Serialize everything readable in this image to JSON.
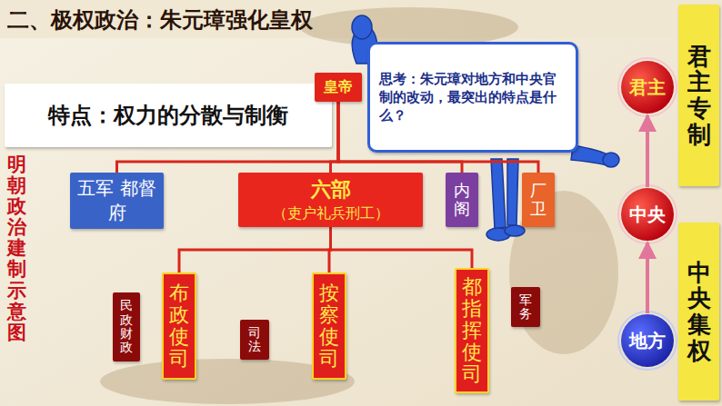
{
  "diagram": {
    "title": "二、极权政治：朱元璋强化皇权",
    "nodes": [
      {
        "text": [
          "特点：权力的分散与制衡"
        ]
      },
      {
        "text": [
          "皇帝"
        ]
      },
      {
        "text": [
          "思考：朱元璋对地方和中央官制的改动，最突出的特点是什么？"
        ]
      },
      {
        "text": [
          "君主"
        ]
      },
      {
        "text": [
          "五军 都督府"
        ]
      },
      {
        "text": [
          "六部",
          "（吏户礼兵刑工）"
        ]
      },
      {
        "text": [
          "内阁"
        ]
      },
      {
        "text": [
          "厂卫"
        ]
      },
      {
        "text": [
          "中央"
        ]
      },
      {
        "text": [
          "民政财政"
        ]
      },
      {
        "text": [
          "布政使司"
        ]
      },
      {
        "text": [
          "司法"
        ]
      },
      {
        "text": [
          "按察使司"
        ]
      },
      {
        "text": [
          "都指挥使司"
        ]
      },
      {
        "text": [
          "军务"
        ]
      },
      {
        "text": [
          "地方"
        ]
      },
      {
        "text": [
          "君主专制"
        ]
      },
      {
        "text": [
          "中央集权"
        ]
      }
    ],
    "edges": [
      {
        "from": 1,
        "to": 4,
        "arrow": "none"
      },
      {
        "from": 1,
        "to": 5,
        "arrow": "none"
      },
      {
        "from": 1,
        "to": 6,
        "arrow": "none"
      },
      {
        "from": 1,
        "to": 7,
        "arrow": "none"
      },
      {
        "from": 5,
        "to": 10,
        "arrow": "none"
      },
      {
        "from": 5,
        "to": 12,
        "arrow": "none"
      },
      {
        "from": 5,
        "to": 13,
        "arrow": "none"
      },
      {
        "from": 15,
        "to": 8,
        "arrow": "to"
      },
      {
        "from": 8,
        "to": 3,
        "arrow": "to"
      }
    ],
    "labels": [
      "明朝政治建制示意图"
    ]
  }
}
